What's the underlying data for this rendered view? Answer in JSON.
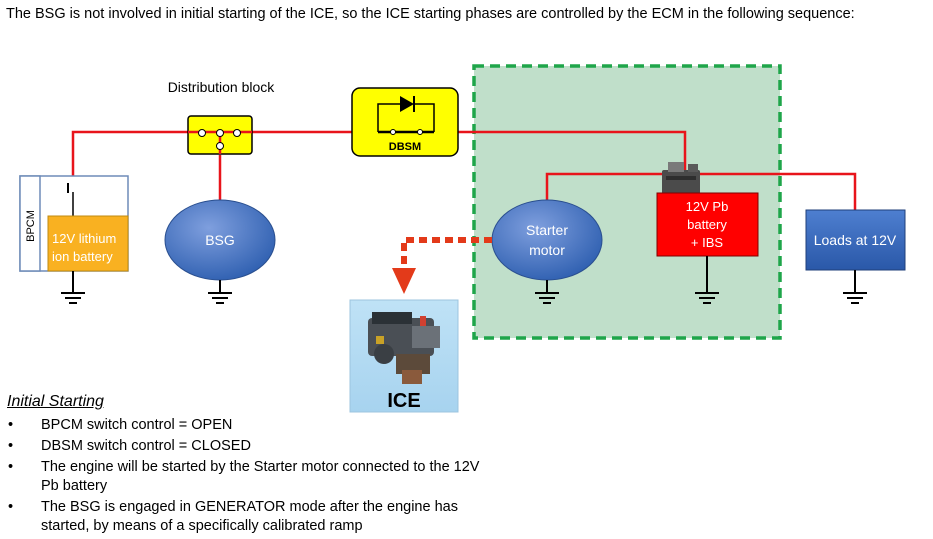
{
  "intro": "The BSG is not involved in initial starting of the ICE, so the ICE starting phases are controlled by the ECM in the following sequence:",
  "diagram": {
    "distribution_block_label": "Distribution block",
    "dbsm_label": "DBSM",
    "bpcm_label": "BPCM",
    "lithium_battery_line1": "12V lithium",
    "lithium_battery_line2": "ion battery",
    "bsg_label": "BSG",
    "starter_line1": "Starter",
    "starter_line2": "motor",
    "pb_battery_line1": "12V Pb",
    "pb_battery_line2": "battery",
    "pb_battery_line3": "+ IBS",
    "loads_label": "Loads at 12V",
    "ice_label": "ICE",
    "colors": {
      "wire": "#e8141b",
      "block_yellow": "#ffff00",
      "lithium": "#f9b121",
      "blue": "#2e5fb0",
      "pb_red": "#ff0000",
      "green_zone": "#c0dfca",
      "green_dash": "#1fa54a",
      "arrow": "#e33a1a"
    }
  },
  "steps": {
    "title": "Initial Starting",
    "bullet": "•",
    "items": [
      {
        "line1": "BPCM switch control = OPEN",
        "line2": ""
      },
      {
        "line1": "DBSM switch control = CLOSED",
        "line2": ""
      },
      {
        "line1": "The engine will be started by the Starter motor connected to the 12V",
        "line2": "Pb battery"
      },
      {
        "line1": "The BSG is engaged in GENERATOR mode after the engine has",
        "line2": "started, by means of a specifically calibrated ramp"
      }
    ]
  }
}
